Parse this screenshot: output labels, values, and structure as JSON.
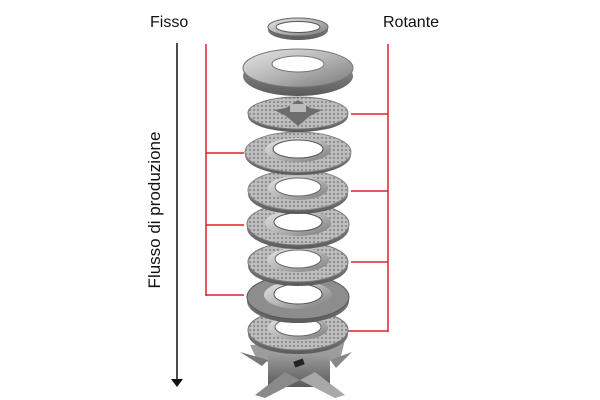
{
  "labels": {
    "fixed": "Fisso",
    "rotating": "Rotante",
    "flow": "Flusso di produzione"
  },
  "colors": {
    "bracket": "#e0212b",
    "arrow": "#111111"
  },
  "parts": [
    {
      "name": "top-ring",
      "group": "none"
    },
    {
      "name": "cover-plate",
      "group": "none"
    },
    {
      "name": "perforated-rotor",
      "group": "rotating"
    },
    {
      "name": "fixed-disc-1",
      "group": "fixed"
    },
    {
      "name": "rotating-disc-1",
      "group": "rotating"
    },
    {
      "name": "fixed-disc-2",
      "group": "fixed"
    },
    {
      "name": "rotating-disc-2",
      "group": "rotating"
    },
    {
      "name": "fixed-disc-3",
      "group": "fixed"
    },
    {
      "name": "rotating-disc-3",
      "group": "rotating"
    },
    {
      "name": "impeller-base",
      "group": "none"
    }
  ]
}
